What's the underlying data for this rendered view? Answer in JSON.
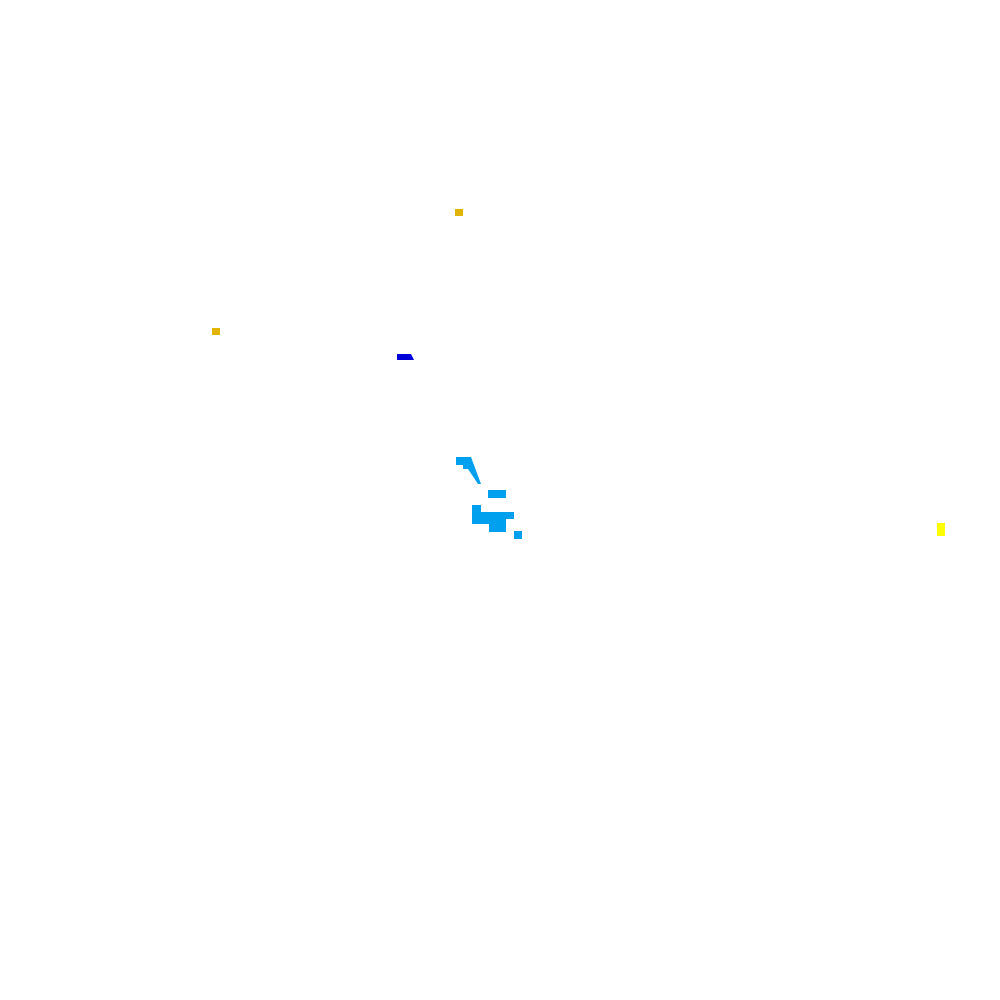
{
  "canvas": {
    "background": "#ffffff"
  },
  "palette": {
    "gold": "#e0b400",
    "blue": "#0000d8",
    "cyan": "#00a0ee",
    "yellow": "#ffff00"
  },
  "marks": [
    {
      "name": "gold-dot-top",
      "color_key": "gold"
    },
    {
      "name": "gold-dot-left",
      "color_key": "gold"
    },
    {
      "name": "blue-dash",
      "color_key": "blue"
    },
    {
      "name": "cyan-cluster",
      "color_key": "cyan"
    },
    {
      "name": "yellow-dot-right",
      "color_key": "yellow"
    }
  ]
}
